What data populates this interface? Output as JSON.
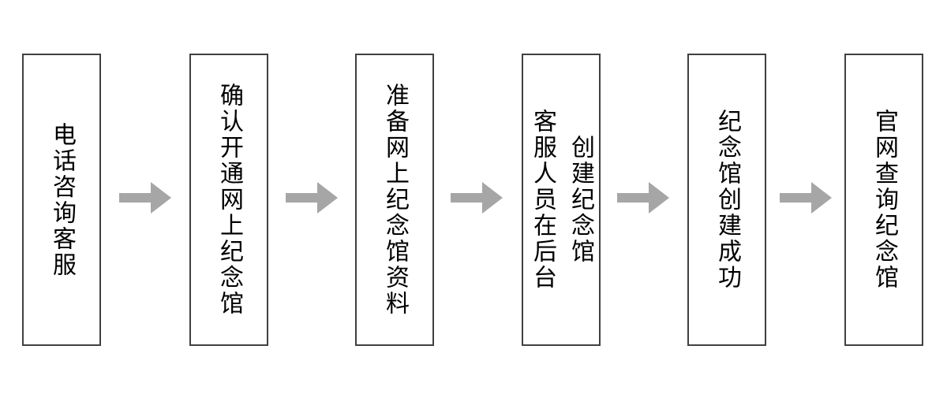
{
  "flowchart": {
    "background_color": "#ffffff",
    "box": {
      "border_color": "#404040",
      "fill_color": "#ffffff",
      "text_color": "#000000"
    },
    "arrow": {
      "icon": "right-block-arrow",
      "color": "#a6a6a6"
    },
    "steps": [
      {
        "lines": [
          "电话咨询客服"
        ]
      },
      {
        "lines": [
          "确认开通网上纪念馆"
        ]
      },
      {
        "lines": [
          "准备网上纪念馆资料"
        ]
      },
      {
        "lines": [
          "客服人员在后台",
          "创建纪念馆"
        ]
      },
      {
        "lines": [
          "纪念馆创建成功"
        ]
      },
      {
        "lines": [
          "官网查询纪念馆"
        ]
      }
    ]
  }
}
